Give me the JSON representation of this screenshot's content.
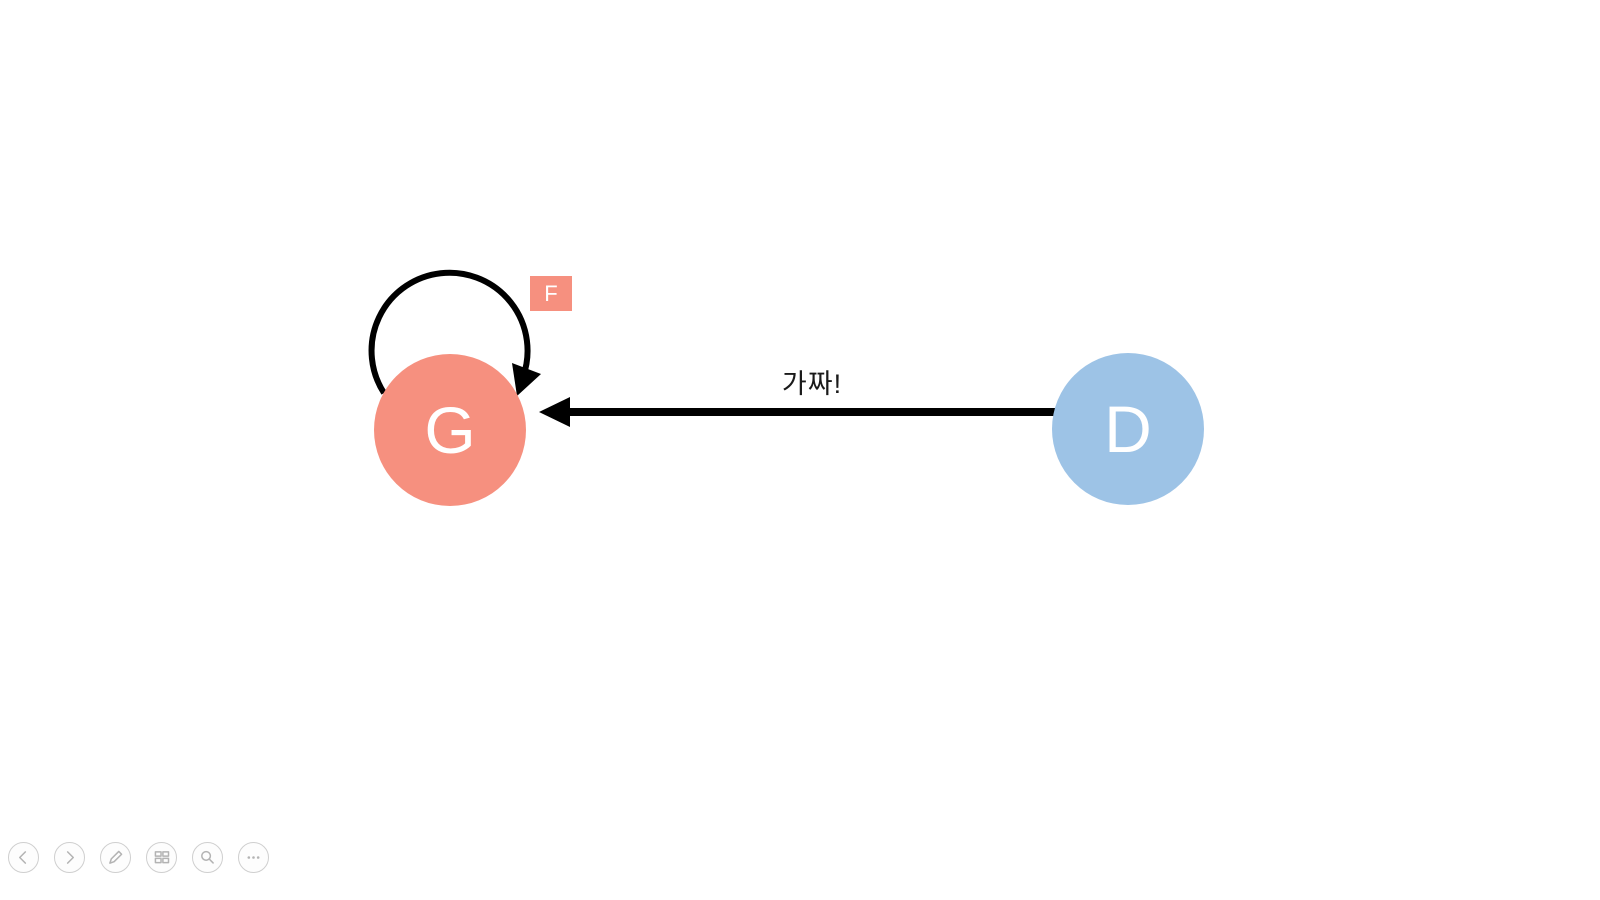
{
  "slide": {
    "diagram": {
      "nodes": [
        {
          "id": "generator",
          "label": "G",
          "color": "#F6907F"
        },
        {
          "id": "discriminator",
          "label": "D",
          "color": "#9DC3E6"
        }
      ],
      "edges": [
        {
          "from": "discriminator",
          "to": "generator",
          "label": "가짜!",
          "color": "#000000",
          "type": "straight-arrow"
        },
        {
          "from": "generator",
          "to": "generator",
          "label": "F",
          "label_bg": "#F6907F",
          "color": "#000000",
          "type": "self-loop"
        }
      ]
    }
  },
  "toolbar": {
    "icons": [
      "previous-slide-icon",
      "next-slide-icon",
      "pen-icon",
      "see-all-slides-icon",
      "zoom-icon",
      "more-options-icon"
    ]
  }
}
